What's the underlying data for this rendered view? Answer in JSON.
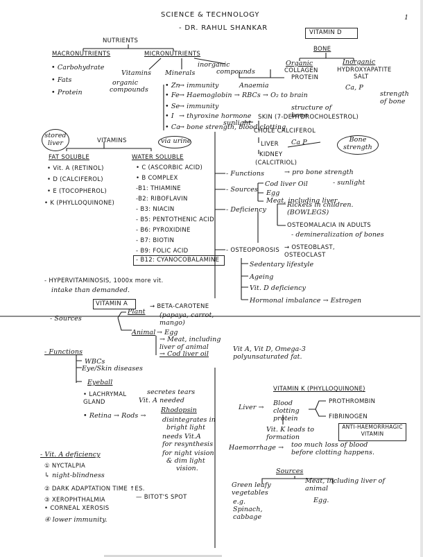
{
  "header": {
    "title": "SCIENCE & TECHNOLOGY",
    "author": "- DR. RAHUL SHANKAR",
    "page_no": "1"
  },
  "nutrients": {
    "title": "NUTRIENTS",
    "macro": "MACRONUTRIENTS",
    "micro": "MICRONUTRIENTS",
    "macro_items": [
      "• Carbohydrate",
      "• Fats",
      "• Protein"
    ],
    "vitamins": "Vitamins",
    "organic": "organic",
    "compounds1": "compounds",
    "minerals": "Minerals",
    "inorganic": "inorganic",
    "compounds2": "compounds",
    "minerals_list": [
      {
        "sym": "• Zn",
        "arrow": "→ immunity"
      },
      {
        "sym": "• Fe",
        "arrow": "→ Haemoglobin → RBCs → O₂ to brain"
      },
      {
        "sym": "• Se",
        "arrow": "→ immunity"
      },
      {
        "sym": "• I",
        "arrow": "→ thyroxine hormone"
      },
      {
        "sym": "• Ca",
        "arrow": "→ bone strength, blood clotting"
      }
    ],
    "anaemia": "Anaemia"
  },
  "vitamin_d": {
    "title": "VITAMIN D",
    "bone": "BONE",
    "organic": "Organic",
    "collagen": "COLLAGEN",
    "protein": "PROTEIN",
    "inorganic": "Inorganic",
    "hydroxyapatite": "HYDROXYAPATITE",
    "salt": "SALT",
    "ca_p": "Ca, P",
    "structure": "structure of bone",
    "strength": "strength of bone",
    "sunlight": "sunlight",
    "skin": "SKIN (7-DEHYDROCHOLESTROL)",
    "cholecalciferol": "CHOLE CALCIFEROL",
    "liver": "LIVER",
    "kidney": "KIDNEY",
    "calcitriol": "(CALCITRIOL)",
    "ca_p2": "Ca P",
    "bone_strength": "Bone strength",
    "functions": "- Functions",
    "functions_val": "→ pro bone strength",
    "sources": "- Sources",
    "sources_list": [
      "Cod liver Oil",
      "Egg",
      "Meat, including liver"
    ],
    "sunlight2": "- sunlight",
    "deficiency": "- Deficiency",
    "rickets": "Rickets in children. (BOWLEGS)",
    "osteomalacia": "OSTEOMALACIA IN ADULTS",
    "demineral": "- demineralization of bones",
    "osteoporosis": "- OSTEOPOROSIS",
    "osteo_arrow": "→ OSTEOBLAST, OSTEOCLAST",
    "causes": [
      "Sedentary lifestyle",
      "Ageing",
      "Vit. D deficiency",
      "Hormonal imbalance → Estrogen"
    ]
  },
  "vitamins": {
    "stored_liver": "stored liver",
    "title": "VITAMINS",
    "via_urine": "via urine",
    "fat_soluble": "FAT SOLUBLE",
    "water_soluble": "WATER SOLUBLE",
    "fat_list": [
      "• Vit. A (RETINOL)",
      "• D (CALCIFEROL)",
      "• E (TOCOPHEROL)",
      "• K (PHYLLOQUINONE)"
    ],
    "water_list": [
      "• C (ASCORBIC ACID)",
      "• B COMPLEX",
      "-B1: THIAMINE",
      "-B2: RIBOFLAVIN",
      "- B3: NIACIN",
      "- B5: PENTOTHENIC ACID",
      "- B6: PYROXIDINE",
      "- B7: BIOTIN",
      "- B9: FOLIC ACID",
      "- B12: CYANOCOBALAMINE"
    ],
    "hyper1": "- HYPERVITAMINOSIS, 1000x more vit.",
    "hyper2": "intake than demanded."
  },
  "vitamin_a": {
    "title": "VITAMIN A",
    "sources": "- Sources",
    "plant": "Plant",
    "beta": "→ BETA-CAROTENE",
    "beta_eg": "(papaya, carrot, mango)",
    "animal": "Animal",
    "egg": "→ Egg",
    "meat": "→ Meat, including liver of animal",
    "cod": "→ Cod liver oil",
    "cod_extra": "Vit A, Vit D, Omega-3 polyunsaturated fat.",
    "functions": "- Functions",
    "wbcs": "WBCs",
    "eye": "Eye/Skin diseases",
    "eyeball": "Eyeball",
    "lachrymal": "• LACHRYMAL GLAND",
    "secretes": "secretes tears",
    "vit_needed": "Vit. A needed",
    "retina": "• Retina → Rods →",
    "rhodopsin": "Rhodopsin",
    "rhodo_notes": [
      "disintegrates in",
      "bright light",
      "needs Vit.A",
      "for resynthesis",
      "for night vision",
      "& dim light",
      "vision."
    ],
    "deficiency": "- Vit. A deficiency",
    "def_items": [
      "① NYCTALPIA",
      "   ↳ night-blindness",
      "② DARK ADAPTATION TIME ↑ES.",
      "③ XEROPHTHALMIA",
      "   • CORNEAL XEROSIS",
      "④ lower immunity."
    ],
    "bitot": "— BITOT'S SPOT"
  },
  "vitamin_k": {
    "title": "VITAMIN K (PHYLLOQUINONE)",
    "liver": "Liver →",
    "blood_clotting": "Blood clotting protein",
    "prothrombin": "PROTHROMBIN",
    "fibrinogen": "FIBRINOGEN",
    "vitk_leads": "Vit. K leads to formation",
    "anti": "ANTI-HAEMORRHAGIC VITAMIN",
    "haemorrhage": "Haemorrhage →",
    "too_much": "too much loss of blood before clotting happens.",
    "sources": "Sources",
    "green": "Green leafy vegetables",
    "green_eg": "e.g. Spinach, cabbage",
    "meat": "Meat, including liver of animal",
    "egg": "Egg."
  }
}
